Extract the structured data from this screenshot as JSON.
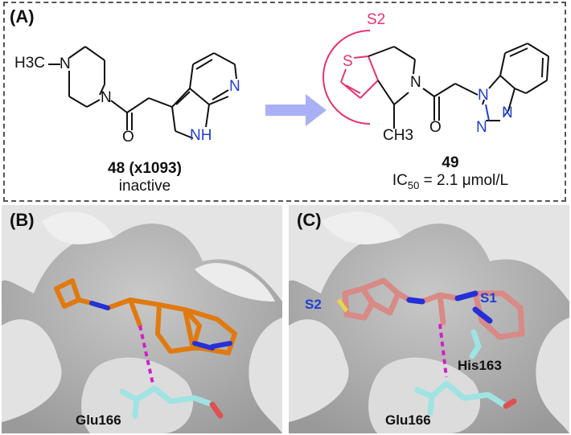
{
  "panel_a": {
    "label": "(A)",
    "compound48": {
      "id_label": "48 (x1093)",
      "activity": "inactive",
      "atoms": {
        "h3c": "H3C",
        "n_methyl": "N",
        "n_amide": "N",
        "o": "O",
        "n_pyr": "N",
        "nh": "NH"
      }
    },
    "compound49": {
      "id_label": "49",
      "ic50_prefix": "IC",
      "ic50_sub": "50",
      "ic50_value": " = 2.1 μmol/L",
      "s2_label": "S2",
      "atoms": {
        "s": "S",
        "n_ring": "N",
        "o": "O",
        "ch3": "CH3",
        "n1": "N",
        "n2": "N",
        "n3": "N"
      }
    },
    "colors": {
      "highlight": "#e8326e",
      "heteroatom_blue": "#1f3fd0",
      "arrow": "#aab0f5"
    }
  },
  "panel_b": {
    "label": "(B)",
    "residues": [
      "Glu166"
    ]
  },
  "panel_c": {
    "label": "(C)",
    "residues": [
      "Glu166",
      "His163"
    ],
    "pockets": [
      "S1",
      "S2"
    ]
  }
}
